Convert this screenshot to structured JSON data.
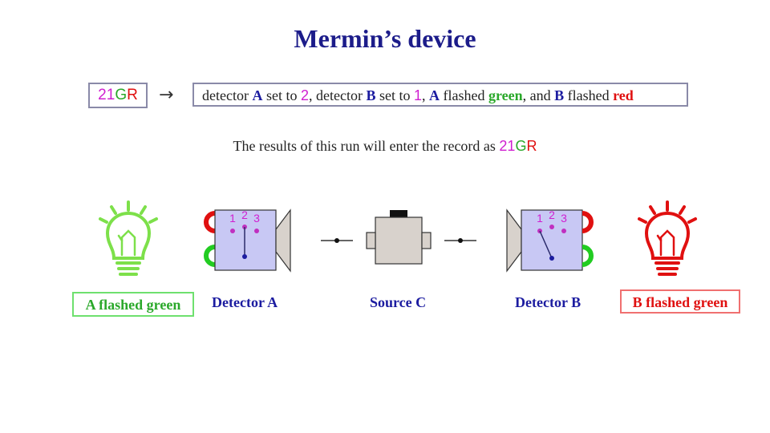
{
  "title": "Mermin’s device",
  "record": {
    "code_digits": "21",
    "code_g": "G",
    "code_r": "R",
    "arrow": "→"
  },
  "description": {
    "p1": "detector ",
    "a1": "A",
    "p2": " set to ",
    "num_a": "2",
    "p3": ", detector ",
    "b1": "B",
    "p4": " set to ",
    "num_b": "1",
    "p5": ", ",
    "a2": "A",
    "p6": " flashed ",
    "green": "green",
    "p7": ", and ",
    "b2": "B",
    "p8": " flashed ",
    "red": "red"
  },
  "result_line": {
    "text": "The results of this run will enter the record as ",
    "code_digits": "21",
    "code_g": "G",
    "code_r": "R"
  },
  "labels": {
    "a_flashed": "A flashed green",
    "detector_a": "Detector A",
    "source_c": "Source C",
    "detector_b": "Detector B",
    "b_flashed": "B flashed green"
  },
  "detector_a_switch": {
    "n1": "1",
    "n2": "2",
    "n3": "3"
  },
  "detector_b_switch": {
    "n1": "1",
    "n2": "2",
    "n3": "3"
  },
  "colors": {
    "title": "#1c1c8a",
    "detector_face": "#c8c8f4",
    "switch_dot": "#c030c0",
    "switch_number": "#d020d0",
    "lamp_red": "#e01010",
    "lamp_green": "#22cc22",
    "bulb_green": "#7de04a",
    "bulb_red": "#e01010",
    "source_body": "#d8d2cc"
  }
}
